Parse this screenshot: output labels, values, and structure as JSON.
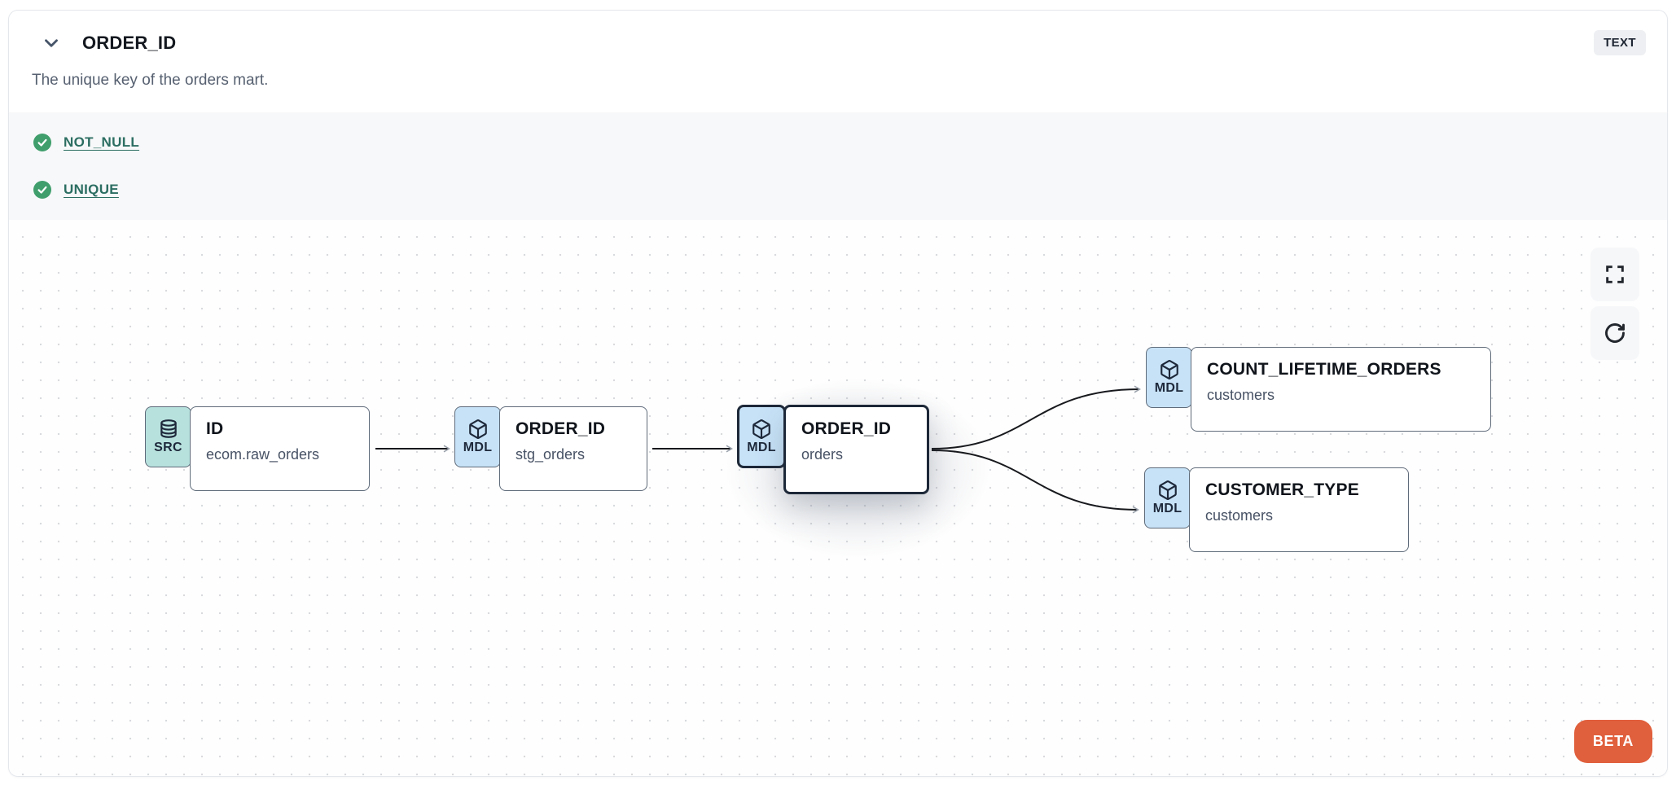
{
  "header": {
    "title": "ORDER_ID",
    "type_badge": "TEXT",
    "description": "The unique key of the orders mart.",
    "collapse_icon": "chevron-down-icon"
  },
  "tests": [
    {
      "label": "NOT_NULL",
      "status": "pass",
      "icon": "check-circle-icon"
    },
    {
      "label": "UNIQUE",
      "status": "pass",
      "icon": "check-circle-icon"
    }
  ],
  "lineage": {
    "nodes": [
      {
        "id": "src",
        "kind": "SRC",
        "icon": "database-icon",
        "title": "ID",
        "subtitle": "ecom.raw_orders",
        "selected": false
      },
      {
        "id": "stg",
        "kind": "MDL",
        "icon": "cube-icon",
        "title": "ORDER_ID",
        "subtitle": "stg_orders",
        "selected": false
      },
      {
        "id": "orders",
        "kind": "MDL",
        "icon": "cube-icon",
        "title": "ORDER_ID",
        "subtitle": "orders",
        "selected": true
      },
      {
        "id": "count",
        "kind": "MDL",
        "icon": "cube-icon",
        "title": "COUNT_LIFETIME_ORDERS",
        "subtitle": "customers",
        "selected": false
      },
      {
        "id": "ctype",
        "kind": "MDL",
        "icon": "cube-icon",
        "title": "CUSTOMER_TYPE",
        "subtitle": "customers",
        "selected": false
      }
    ],
    "edges": [
      {
        "from": "src",
        "to": "stg"
      },
      {
        "from": "stg",
        "to": "orders"
      },
      {
        "from": "orders",
        "to": "count"
      },
      {
        "from": "orders",
        "to": "ctype"
      }
    ],
    "controls": [
      {
        "icon": "fullscreen-icon"
      },
      {
        "icon": "refresh-icon"
      }
    ],
    "beta_label": "BETA"
  },
  "colors": {
    "accent_orange": "#e05f3c",
    "check_green": "#3f9e6c",
    "test_link_teal": "#2c6e62",
    "src_tab": "#b7e1dd",
    "mdl_tab": "#c7e2f7",
    "node_border": "#5f6b7a",
    "selected_border": "#1d2838",
    "badge_bg": "#edeff2",
    "tests_bg": "#f7f8f9",
    "edge": "#17191d"
  }
}
